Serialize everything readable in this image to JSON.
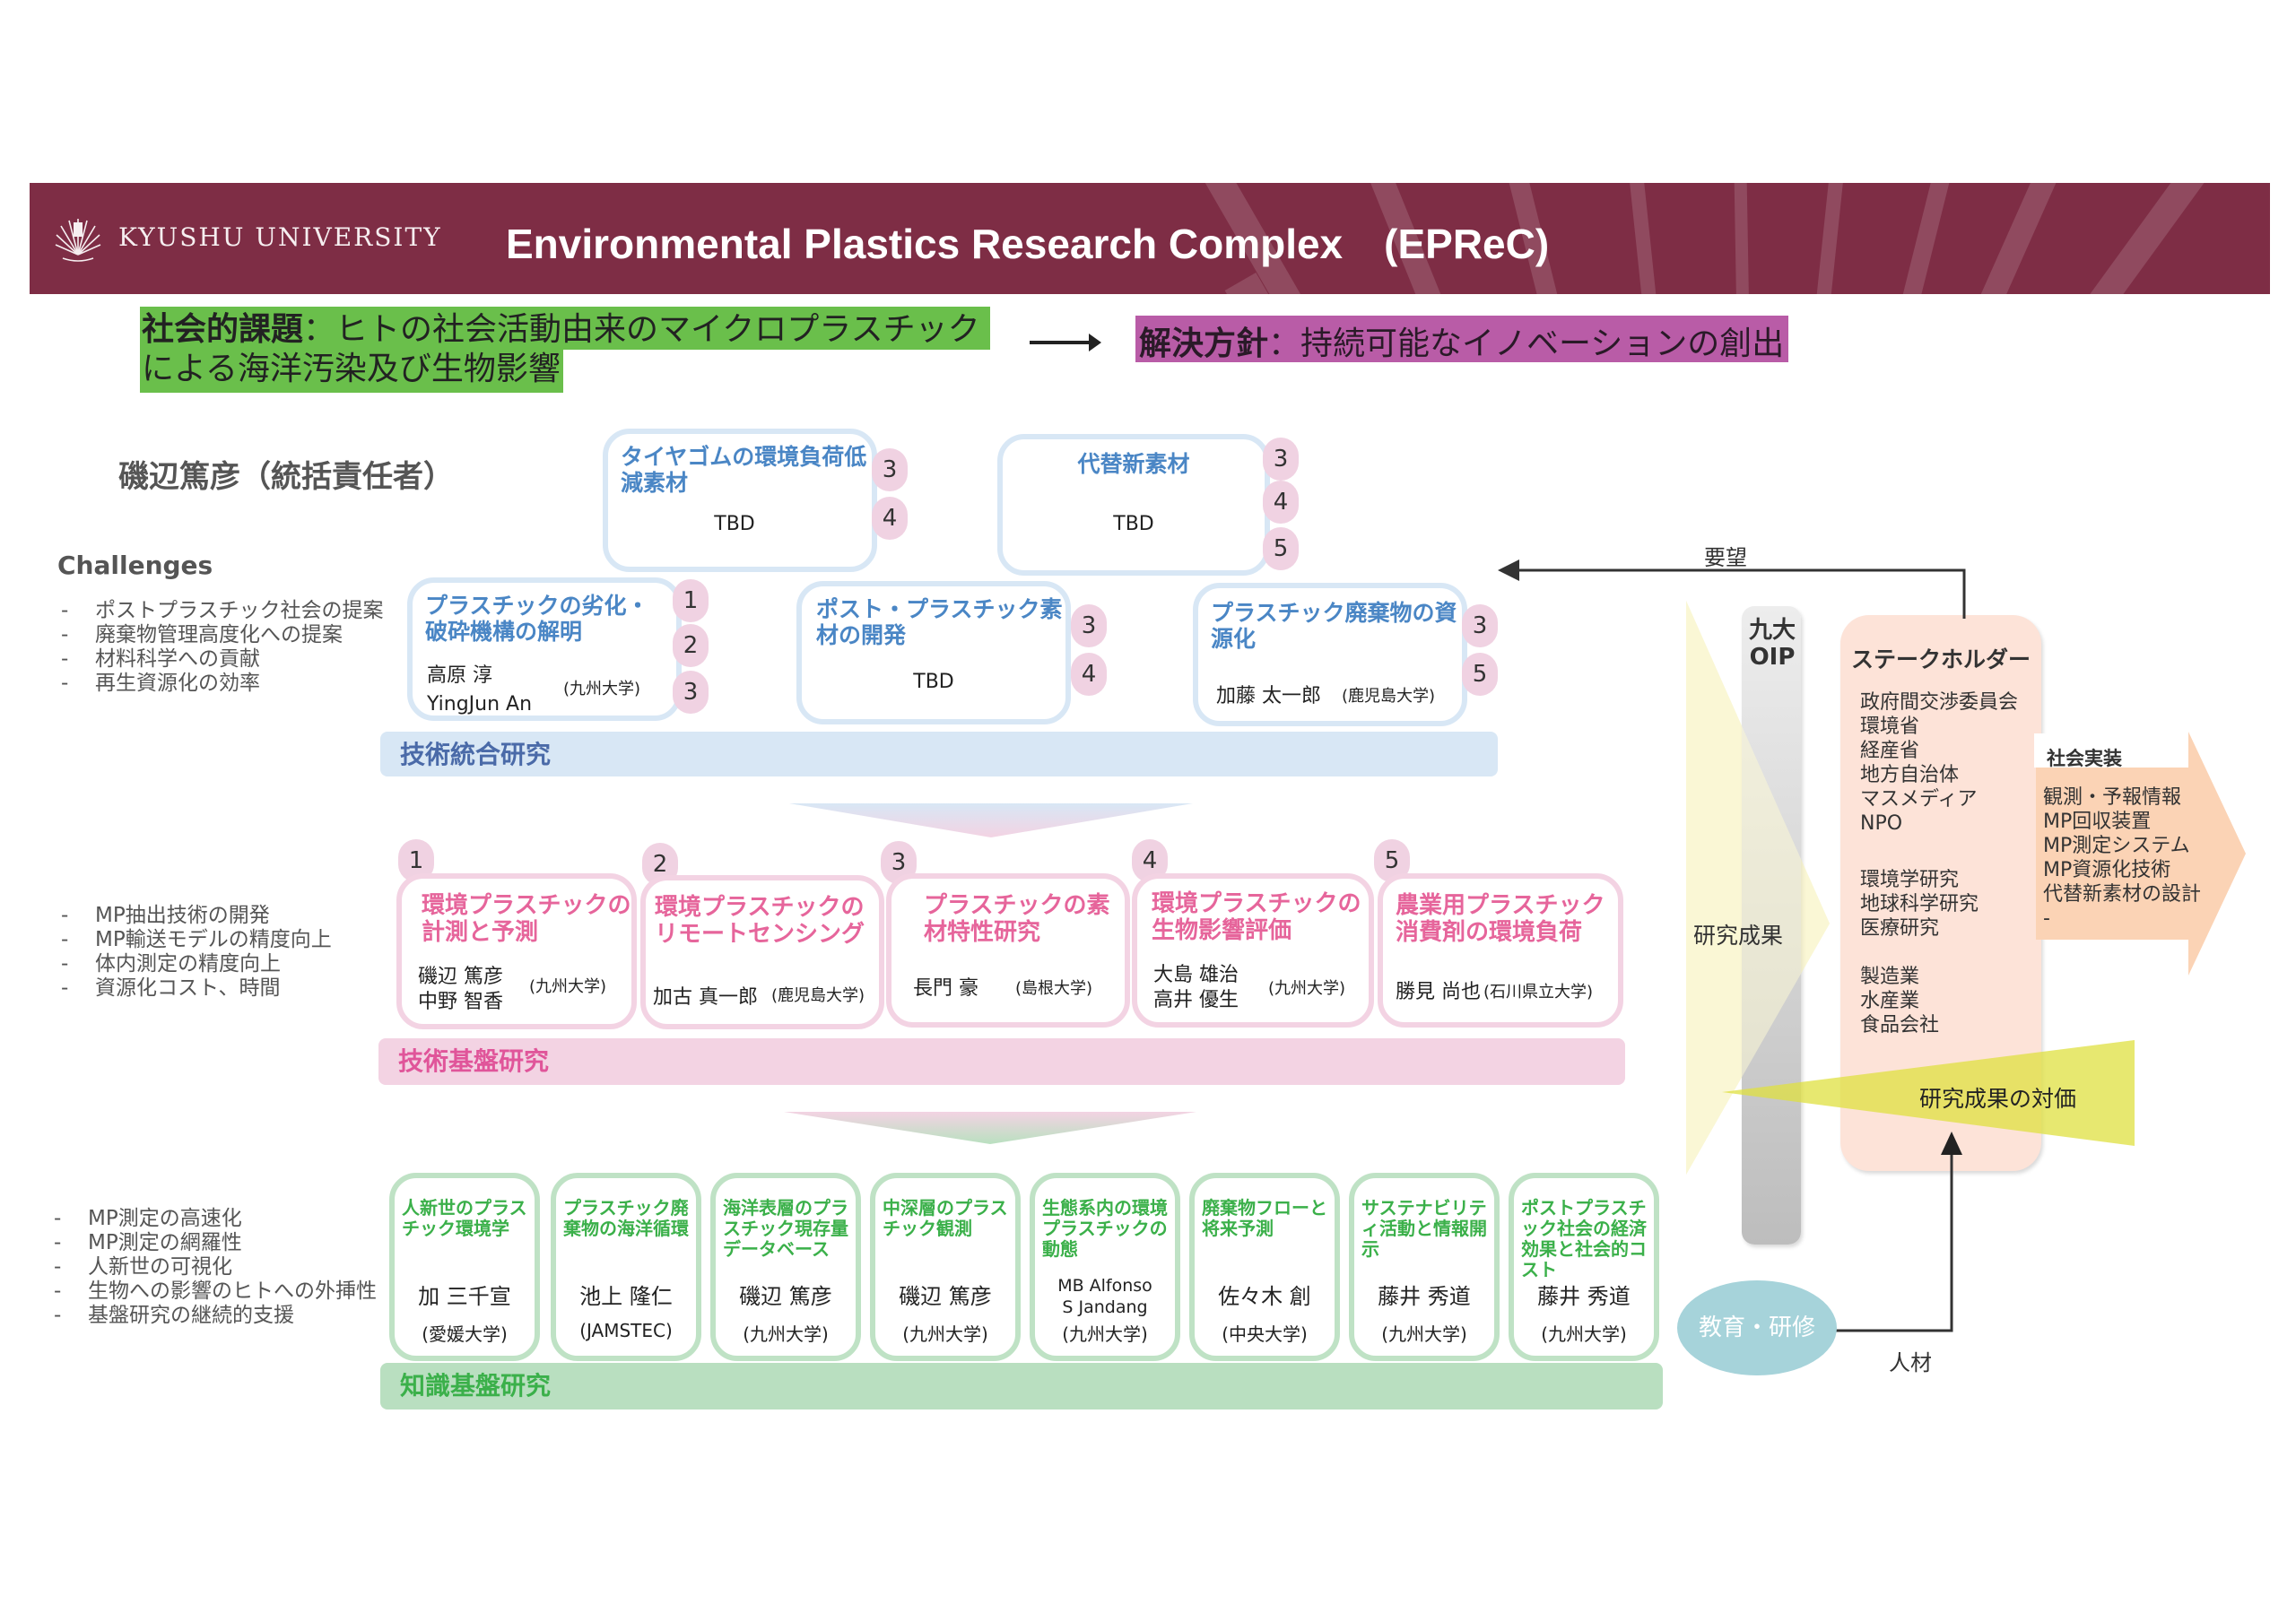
{
  "header": {
    "university": "KYUSHU UNIVERSITY",
    "title": "Environmental Plastics Research Complex　(EPReC)",
    "logo_icon": "kyushu-university-crest-icon"
  },
  "issue": {
    "label": "社会的課題",
    "text_line1": "：ヒトの社会活動由来のマイクロプラスチック",
    "text_line2": "による海洋汚染及び生物影響",
    "color": "#6abf4b"
  },
  "policy": {
    "label": "解決方針",
    "text": "：持続可能なイノベーションの創出",
    "color": "#b95ca7"
  },
  "leader": "磯辺篤彦（統括責任者）",
  "challenges": {
    "title": "Challenges",
    "integration": [
      "ポストプラスチック社会の提案",
      "廃棄物管理高度化への提案",
      "材料科学への貢献",
      "再生資源化の効率"
    ],
    "foundation": [
      "MP抽出技術の開発",
      "MP輸送モデルの精度向上",
      "体内測定の精度向上",
      "資源化コスト、時間"
    ],
    "knowledge": [
      "MP測定の高速化",
      "MP測定の網羅性",
      "人新世の可視化",
      "生物への影響のヒトへの外挿性",
      "基盤研究の継続的支援"
    ]
  },
  "integration_layer": {
    "label": "技術統合研究",
    "color": "#d8e7f5",
    "projects": [
      {
        "title": "タイヤゴムの環境負荷低減素材",
        "members": [
          "TBD"
        ],
        "affiliation": "",
        "links": [
          "3",
          "4"
        ]
      },
      {
        "title": "代替新素材",
        "members": [
          "TBD"
        ],
        "affiliation": "",
        "links": [
          "3",
          "4",
          "5"
        ]
      },
      {
        "title": "プラスチックの劣化・破砕機構の解明",
        "members": [
          "高原 淳",
          "YingJun An"
        ],
        "affiliation": "(九州大学)",
        "links": [
          "1",
          "2",
          "3"
        ]
      },
      {
        "title": "ポスト・プラスチック素材の開発",
        "members": [
          "TBD"
        ],
        "affiliation": "",
        "links": [
          "3",
          "4"
        ]
      },
      {
        "title": "プラスチック廃棄物の資源化",
        "members": [
          "加藤 太一郎"
        ],
        "affiliation": "(鹿児島大学)",
        "links": [
          "3",
          "5"
        ]
      }
    ]
  },
  "foundation_layer": {
    "label": "技術基盤研究",
    "color": "#f3d3e3",
    "projects": [
      {
        "num": "1",
        "title": "環境プラスチックの計測と予測",
        "members": [
          "磯辺 篤彦",
          "中野 智香"
        ],
        "affiliation": "(九州大学)"
      },
      {
        "num": "2",
        "title": "環境プラスチックのリモートセンシング",
        "members": [
          "加古 真一郎"
        ],
        "affiliation": "(鹿児島大学)"
      },
      {
        "num": "3",
        "title": "プラスチックの素材特性研究",
        "members": [
          "長門 豪"
        ],
        "affiliation": "(島根大学)"
      },
      {
        "num": "4",
        "title": "環境プラスチックの生物影響評価",
        "members": [
          "大島 雄治",
          "高井 優生"
        ],
        "affiliation": "(九州大学)"
      },
      {
        "num": "5",
        "title": "農業用プラスチック消費剤の環境負荷",
        "members": [
          "勝見 尚也"
        ],
        "affiliation": "(石川県立大学)"
      }
    ]
  },
  "knowledge_layer": {
    "label": "知識基盤研究",
    "color": "#bfe2c5",
    "projects": [
      {
        "title": "人新世のプラスチック環境学",
        "members": [
          "加 三千宣"
        ],
        "affiliation": "(愛媛大学)"
      },
      {
        "title": "プラスチック廃棄物の海洋循環",
        "members": [
          "池上 隆仁"
        ],
        "affiliation": "(JAMSTEC)"
      },
      {
        "title": "海洋表層のプラスチック現存量データベース",
        "members": [
          "磯辺 篤彦"
        ],
        "affiliation": "(九州大学)"
      },
      {
        "title": "中深層のプラスチック観測",
        "members": [
          "磯辺 篤彦"
        ],
        "affiliation": "(九州大学)"
      },
      {
        "title": "生態系内の環境プラスチックの動態",
        "members": [
          "MB Alfonso",
          "S Jandang"
        ],
        "affiliation": "(九州大学)"
      },
      {
        "title": "廃棄物フローと将来予測",
        "members": [
          "佐々木 創"
        ],
        "affiliation": "(中央大学)"
      },
      {
        "title": "サステナビリティ活動と情報開示",
        "members": [
          "藤井 秀道"
        ],
        "affiliation": "(九州大学)"
      },
      {
        "title": "ポストプラスチック社会の経済効果と社会的コスト",
        "members": [
          "藤井 秀道"
        ],
        "affiliation": "(九州大学)"
      }
    ]
  },
  "right_panel": {
    "request_label": "要望",
    "oip_label": "九大 OIP",
    "research_results": "研究成果",
    "stakeholders": {
      "title": "ステークホルダー",
      "groups": [
        [
          "政府間交渉委員会",
          "環境省",
          "経産省",
          "地方自治体",
          "マスメディア",
          "NPO"
        ],
        [
          "環境学研究",
          "地球科学研究",
          "医療研究"
        ],
        [
          "製造業",
          "水産業",
          "食品会社"
        ]
      ]
    },
    "social_implementation": {
      "title": "社会実装",
      "items": [
        "観測・予報情報",
        "MP回収装置",
        "MP測定システム",
        "MP資源化技術",
        "代替新素材の設計",
        "-"
      ]
    },
    "value_label": "研究成果の対価",
    "education": "教育・研修",
    "human_resources": "人材"
  }
}
